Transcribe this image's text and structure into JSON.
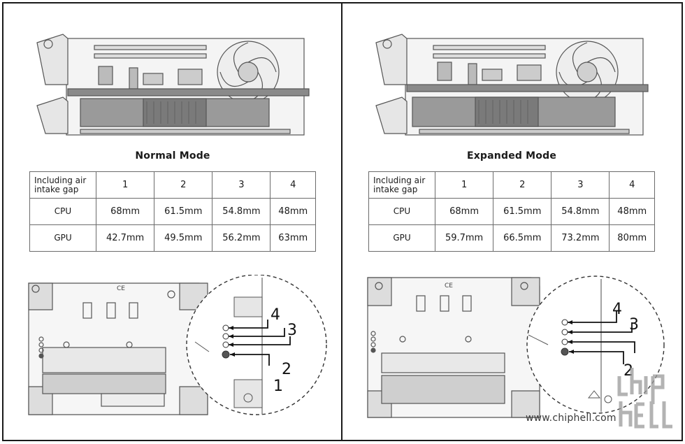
{
  "panels": [
    {
      "title": "Normal Mode",
      "table": {
        "header": [
          "Including air intake gap",
          "1",
          "2",
          "3",
          "4"
        ],
        "rows": [
          {
            "label": "CPU",
            "values": [
              "68mm",
              "61.5mm",
              "54.8mm",
              "48mm"
            ]
          },
          {
            "label": "GPU",
            "values": [
              "42.7mm",
              "49.5mm",
              "56.2mm",
              "63mm"
            ]
          }
        ]
      },
      "callouts": [
        "4",
        "3",
        "2",
        "1"
      ]
    },
    {
      "title": "Expanded Mode",
      "table": {
        "header": [
          "Including air intake gap",
          "1",
          "2",
          "3",
          "4"
        ],
        "rows": [
          {
            "label": "CPU",
            "values": [
              "68mm",
              "61.5mm",
              "54.8mm",
              "48mm"
            ]
          },
          {
            "label": "GPU",
            "values": [
              "59.7mm",
              "66.5mm",
              "73.2mm",
              "80mm"
            ]
          }
        ]
      },
      "callouts": [
        "4",
        "3",
        "2"
      ]
    }
  ],
  "watermark": "www.chiphell.com",
  "logo_text": "chip hell",
  "case_mark": "CE"
}
